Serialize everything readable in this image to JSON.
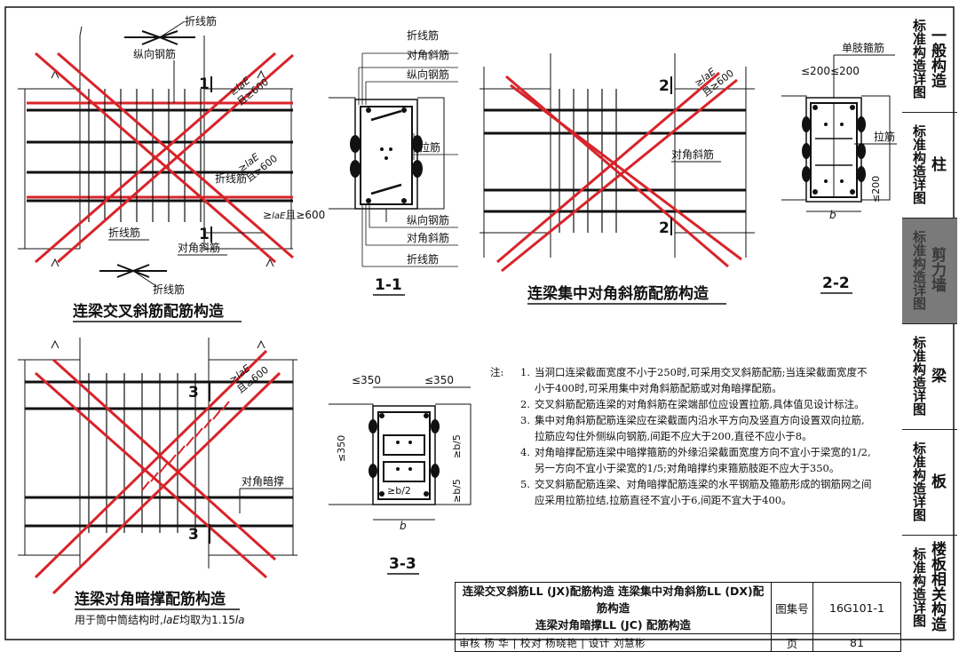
{
  "drawing": {
    "fig1": {
      "title": "连梁交叉斜筋配筋构造",
      "labels": {
        "zhexian_top": "折线筋",
        "zongxiang": "纵向钢筋",
        "anchor1": "≥",
        "anchor1_sub": "laE",
        "anchor1_b": "且≥600",
        "anchor2": "≥",
        "anchor2_sub": "laE",
        "anchor2_b": "且≥600",
        "zhexian_mid": "折线筋",
        "anchor3": "≥",
        "anchor3_sub": "laE",
        "anchor3_b": "且≥600",
        "zhexian_left": "折线筋",
        "duijiao": "对角斜筋",
        "zhexian_bottom": "折线筋",
        "sec_top": "1",
        "sec_bottom": "1"
      }
    },
    "fig11": {
      "title": "1-1",
      "labels": [
        "折线筋",
        "对角斜筋",
        "纵向钢筋",
        "拉筋",
        "纵向钢筋",
        "对角斜筋",
        "折线筋"
      ]
    },
    "fig2": {
      "title": "连梁集中对角斜筋配筋构造",
      "labels": {
        "duijiao": "对角斜筋",
        "anchor": "≥",
        "anchor_sub": "laE",
        "anchor_b": "且≥600",
        "sec_top": "2",
        "sec_bottom": "2"
      }
    },
    "fig22": {
      "title": "2-2",
      "labels": {
        "danzhi": "单肢箍筋",
        "spacing": "≤200≤200",
        "lajin": "拉筋",
        "dim200": "≤200",
        "b": "b"
      }
    },
    "fig3": {
      "title": "连梁对角暗撑配筋构造",
      "subtitle_a": "用于筒中筒结构时,",
      "subtitle_b": "laE",
      "subtitle_c": "均取为1.15",
      "subtitle_d": "la",
      "labels": {
        "anchor": "≥",
        "anchor_sub": "laE",
        "anchor_b": "且≥600",
        "duijiao": "对角暗撑",
        "sec_top": "3",
        "sec_bottom": "3"
      }
    },
    "fig33": {
      "title": "3-3",
      "labels": {
        "d350a": "≤350",
        "d350b": "≤350",
        "d350c": "≤350",
        "b5a": "≥b/5",
        "b5b": "≥b/5",
        "b2": "≥b/2",
        "b": "b"
      }
    }
  },
  "notes": {
    "lead": "注:",
    "items": [
      {
        "n": "1.",
        "text": "当洞口连梁截面宽度不小于250时,可采用交叉斜筋配筋;当连梁截面宽度不小于400时,可采用集中对角斜筋配筋或对角暗撑配筋。"
      },
      {
        "n": "2.",
        "text": "交叉斜筋配筋连梁的对角斜筋在梁端部位应设置拉筋,具体值见设计标注。"
      },
      {
        "n": "3.",
        "text": "集中对角斜筋配筋连梁应在梁截面内沿水平方向及竖直方向设置双向拉筋,拉筋应勾住外侧纵向钢筋,间距不应大于200,直径不应小于8。"
      },
      {
        "n": "4.",
        "text": "对角暗撑配筋连梁中暗撑箍筋的外缘沿梁截面宽度方向不宜小于梁宽的1/2,另一方向不宜小于梁宽的1/5;对角暗撑约束箍筋肢距不应大于350。"
      },
      {
        "n": "5.",
        "text": "交叉斜筋配筋连梁、对角暗撑配筋连梁的水平钢筋及箍筋形成的钢筋网之间应采用拉筋拉结,拉筋直径不宜小于6,间距不宜大于400。"
      }
    ]
  },
  "tabs": [
    {
      "a": [
        "标",
        "准",
        "构",
        "造",
        "详",
        "图"
      ],
      "b": [
        "一",
        "般",
        "构",
        "造"
      ]
    },
    {
      "a": [
        "标",
        "准",
        "构",
        "造",
        "详",
        "图"
      ],
      "b": [
        "柱"
      ]
    },
    {
      "a": [
        "标",
        "准",
        "构",
        "造",
        "详",
        "图"
      ],
      "b": [
        "剪",
        "力",
        "墙"
      ],
      "active": true
    },
    {
      "a": [
        "标",
        "准",
        "构",
        "造",
        "详",
        "图"
      ],
      "b": [
        "梁"
      ]
    },
    {
      "a": [
        "标",
        "准",
        "构",
        "造",
        "详",
        "图"
      ],
      "b": [
        "板"
      ]
    },
    {
      "a": [
        "标",
        "准",
        "构",
        "造",
        "详",
        "图"
      ],
      "b": [
        "楼",
        "板",
        "相",
        "关",
        "构",
        "造"
      ]
    }
  ],
  "title_block": {
    "title_line1": "连梁交叉斜筋LL (JX)配筋构造   连梁集中对角斜筋LL (DX)配筋构造",
    "title_line2": "连梁对角暗撑LL (JC) 配筋构造",
    "atlas_label": "图集号",
    "atlas_no": "16G101-1",
    "sign_row": "审核 杨 华 | 校对 杨晓艳 | 设计 刘慧彬",
    "page_label": "页",
    "page_no": "81"
  },
  "colors": {
    "red": "#d8242a",
    "ink": "#111111",
    "tab_active": "#7a7a7a"
  }
}
